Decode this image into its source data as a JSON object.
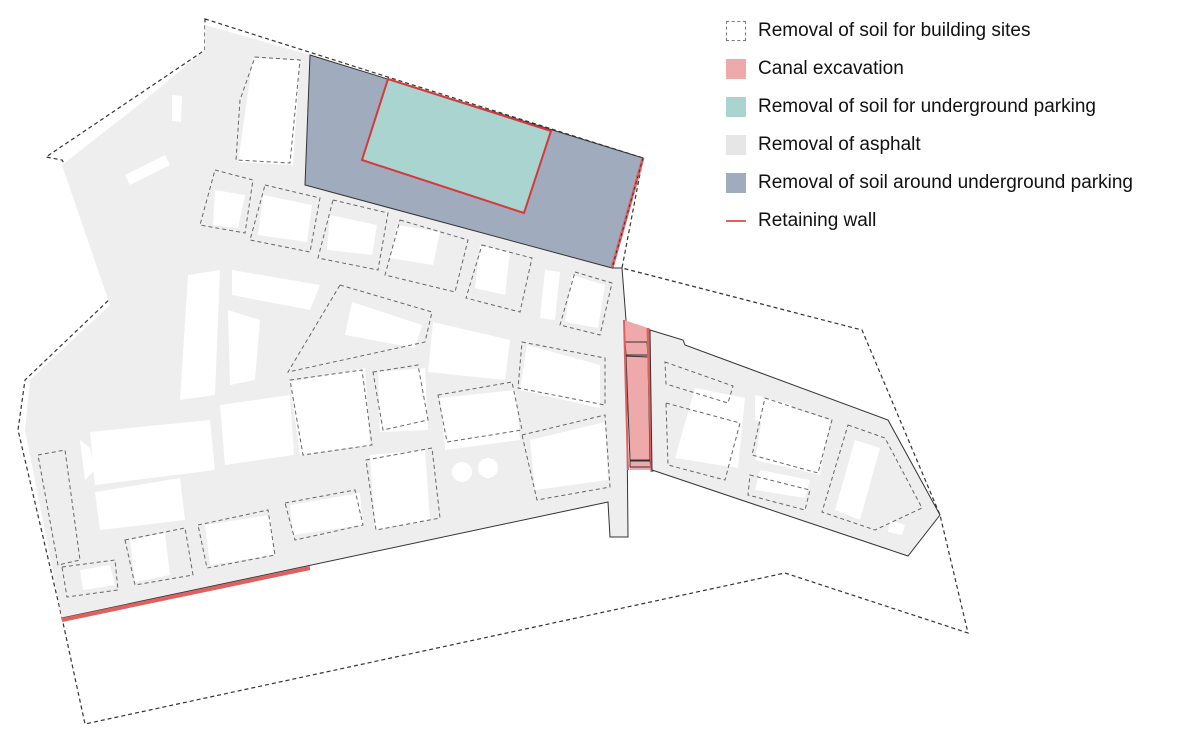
{
  "legend": {
    "items": [
      {
        "label": "Removal of soil for building sites",
        "type": "dashed-outline",
        "color": "#777777"
      },
      {
        "label": "Canal excavation",
        "type": "fill",
        "color": "#eeaaaa"
      },
      {
        "label": "Removal of soil for underground parking",
        "type": "fill",
        "color": "#aad4cf"
      },
      {
        "label": "Removal of asphalt",
        "type": "fill",
        "color": "#e6e6e6"
      },
      {
        "label": "Removal of soil around underground parking",
        "type": "fill",
        "color": "#a0abbd"
      },
      {
        "label": "Retaining wall",
        "type": "line",
        "color": "#e06060"
      }
    ]
  },
  "colors": {
    "site_boundary": "#333333",
    "asphalt": "#eeeeee",
    "building_white": "#ffffff",
    "outline": "#333333",
    "building_site_dash": "#666666",
    "canal": "#eeaaaa",
    "parking": "#aad4cf",
    "parking_surround": "#a0abbd",
    "retaining_wall": "#e06060"
  }
}
